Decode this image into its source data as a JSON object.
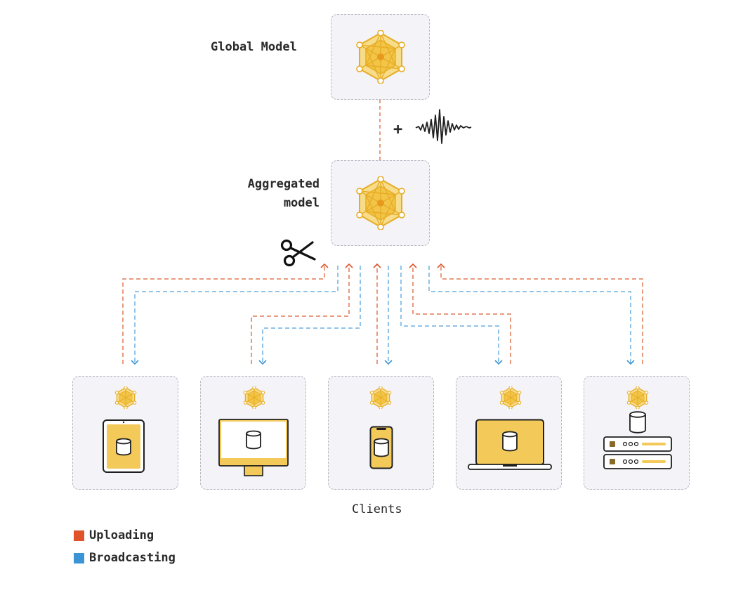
{
  "labels": {
    "global_model": "Global Model",
    "aggregated_line1": "Aggregated",
    "aggregated_line2": "model",
    "clients": "Clients",
    "plus": "+"
  },
  "legend": {
    "uploading": "Uploading",
    "broadcasting": "Broadcasting"
  },
  "colors": {
    "uploading": "#e0532a",
    "broadcasting": "#3a94d6",
    "model_gold": "#f0c24b",
    "device_fill": "#f3c95a"
  },
  "clients": [
    {
      "device": "tablet"
    },
    {
      "device": "desktop-monitor"
    },
    {
      "device": "phone"
    },
    {
      "device": "laptop"
    },
    {
      "device": "server-rack"
    }
  ],
  "icons": [
    "neural-network-icon",
    "noise-waveform-icon",
    "scissors-icon",
    "database-icon"
  ]
}
